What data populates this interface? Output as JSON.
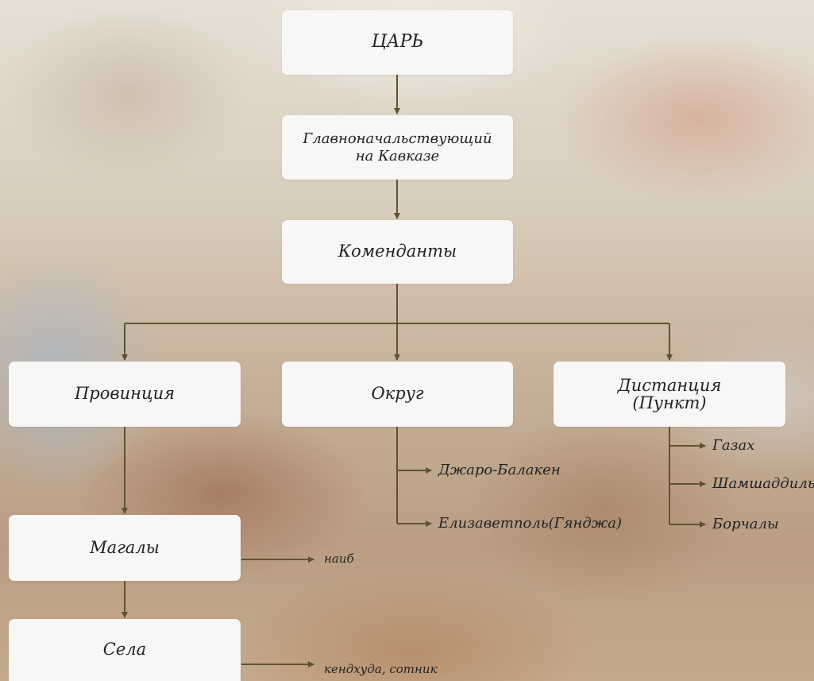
{
  "colors": {
    "connector": "#5f5232",
    "box": "#f8f7f5"
  },
  "nodes": {
    "tsar": "ЦАРЬ",
    "commander": "Главноначальствующий на Кавказе",
    "commandants": "Коменданты",
    "province": "Провинция",
    "district": "Округ",
    "distance": "Дистанция (Пункт)",
    "magaly": "Магалы",
    "sela": "Села"
  },
  "labels": {
    "dzharo": "Джаро-Балакен",
    "elizavetpol": "Елизаветполь(Гянджа)",
    "gazakh": "Газах",
    "shamshaddil": "Шамшаддиль",
    "borchaly": "Борчалы",
    "naib": "наиб",
    "kendkhuda": "кендхуда, сотник"
  }
}
